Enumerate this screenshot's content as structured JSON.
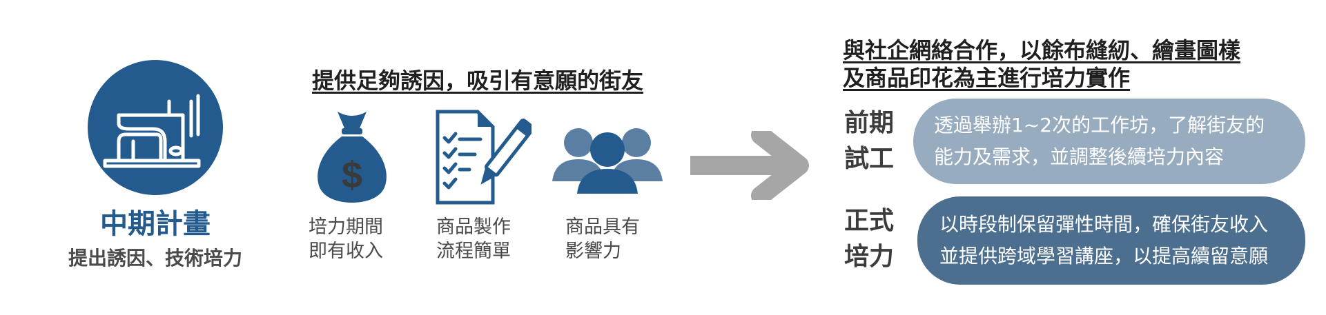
{
  "colors": {
    "primary_blue": "#245b8e",
    "arrow_gray": "#a6a6a6",
    "pill_light": "#98acc0",
    "pill_dark": "#4c6f90",
    "text_dark": "#3c3c3c"
  },
  "plan": {
    "icon": "sewing-machine-icon",
    "title": "中期計畫",
    "subtitle": "提出誘因、技術培力"
  },
  "incentives": {
    "heading": "提供足夠誘因，吸引有意願的街友",
    "items": [
      {
        "icon": "money-bag-icon",
        "line1": "培力期間",
        "line2": "即有收入"
      },
      {
        "icon": "checklist-pen-icon",
        "line1": "商品製作",
        "line2": "流程簡單"
      },
      {
        "icon": "people-group-icon",
        "line1": "商品具有",
        "line2": "影響力"
      }
    ]
  },
  "arrow_icon": "right-arrow-icon",
  "cooperation": {
    "heading_line1": "與社企網絡合作，以餘布縫紉、繪畫圖樣",
    "heading_line2": "及商品印花為主進行培力實作",
    "phases": [
      {
        "label_line1": "前期",
        "label_line2": "試工",
        "text_line1": "透過舉辦1~2次的工作坊，了解街友的",
        "text_line2": "能力及需求，並調整後續培力內容"
      },
      {
        "label_line1": "正式",
        "label_line2": "培力",
        "text_line1": "以時段制保留彈性時間，確保街友收入",
        "text_line2": "並提供跨域學習講座，以提高續留意願"
      }
    ]
  }
}
